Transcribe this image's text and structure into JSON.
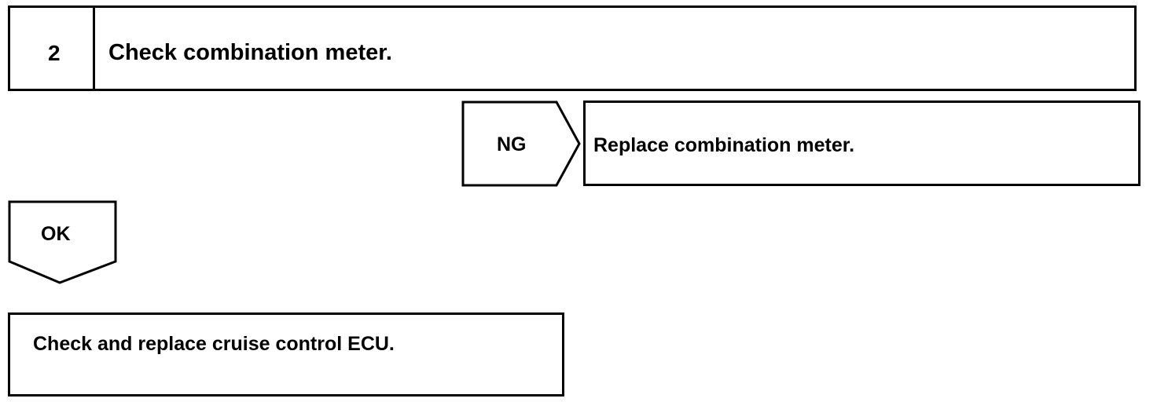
{
  "step": {
    "number": "2",
    "title": "Check combination meter."
  },
  "ng_branch": {
    "label": "NG",
    "action": "Replace combination meter."
  },
  "ok_branch": {
    "label": "OK"
  },
  "final": {
    "action": "Check and replace cruise control ECU."
  },
  "colors": {
    "line": "#000000",
    "background": "#ffffff"
  }
}
